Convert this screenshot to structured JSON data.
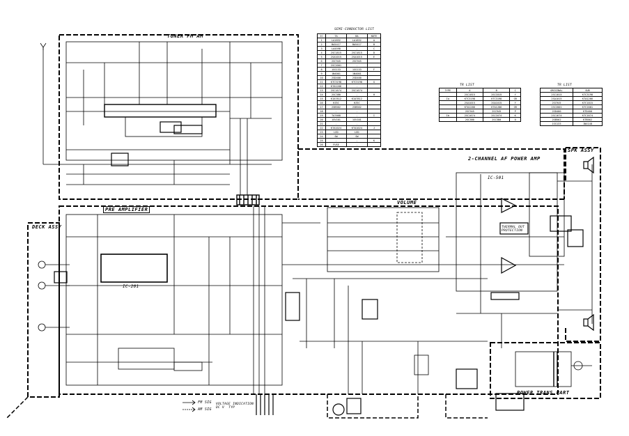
{
  "sections": {
    "tuner": "TUNER FM AM",
    "pre_amp": "PRE AMPLIFIER",
    "power_amp": "2-CHANNEL AF POWER AMP",
    "power_trans": "POWER TRANS PART",
    "volume": "VOLUME",
    "spk_assy": "SPK ASSY",
    "deck_assy": "DECK ASSY"
  },
  "ic_labels": {
    "ic_main": "IC-501",
    "ic_pre": "IC-201",
    "thermal_out": "THERMAL OUT\nPROTECTION"
  },
  "legend": {
    "line1": "FM SIG",
    "line2": "AM SIG",
    "note": "VOLTAGE INDICATION\nDC V  TYP"
  },
  "tables": {
    "semis_title": "SEMI-CONDUCTOR LIST",
    "tr_title": "TR LIST",
    "main_rows": [
      [
        "IC",
        "TA",
        "BA",
        "NOTE"
      ],
      [
        "1",
        "LA1832",
        "LA1832",
        "A"
      ],
      [
        "2",
        "BA5417",
        "BA5417",
        "B"
      ],
      [
        "3",
        "LA4598",
        "-",
        "C"
      ],
      [
        "4",
        "2SC1815",
        "2SC1815",
        "D"
      ],
      [
        "5",
        "2SA1015",
        "2SA1015",
        "E"
      ],
      [
        "6",
        "2SC945",
        "2SC945",
        ""
      ],
      [
        "7",
        "2SC2001",
        "-",
        ""
      ],
      [
        "8",
        "1SS133",
        "1SS133",
        "F"
      ],
      [
        "9",
        "1N4001",
        "1N4001",
        ""
      ],
      [
        "10",
        "2SD400",
        "2SD400",
        ""
      ],
      [
        "11",
        "KTC3198",
        "KTC3198",
        "G"
      ],
      [
        "12",
        "KTA1266",
        "-",
        ""
      ],
      [
        "13",
        "2SC1674",
        "2SC1674",
        ""
      ],
      [
        "14",
        "2SC380",
        "-",
        "H"
      ],
      [
        "15",
        "KIA7812",
        "KIA7812",
        ""
      ],
      [
        "16",
        "HZ5C",
        "HZ5C",
        ""
      ],
      [
        "17",
        "2SB562",
        "2SB562",
        ""
      ],
      [
        "18",
        "-",
        "-",
        ""
      ],
      [
        "19",
        "TA7668",
        "-",
        "I"
      ],
      [
        "20",
        "1SV101",
        "1SV101",
        ""
      ],
      [
        "21",
        "-",
        "-",
        ""
      ],
      [
        "22",
        "KTA1024",
        "KTA1024",
        "J"
      ],
      [
        "23",
        "LED",
        "LED",
        ""
      ],
      [
        "24",
        "SW",
        "SW",
        ""
      ],
      [
        "25",
        "-",
        "-",
        "K"
      ],
      [
        "26",
        "FUSE",
        "-",
        ""
      ]
    ],
    "mid_rows": [
      [
        "TYPE",
        "A",
        "B",
        "C"
      ],
      [
        "",
        "2SC1815",
        "2SC1815",
        "Y"
      ],
      [
        "Ia",
        "KTC3198",
        "KTC3198",
        "GR"
      ],
      [
        "",
        "2SA1015",
        "2SA1015",
        "Y"
      ],
      [
        "",
        "KTA1266",
        "KTA1266",
        "GR"
      ],
      [
        "",
        "2SC945",
        "2SC945",
        "P"
      ],
      [
        "Ib",
        "2SC1674",
        "2SC1674",
        "K"
      ],
      [
        "",
        "2SC380",
        "2SC380",
        "O"
      ]
    ],
    "right_rows": [
      [
        "ORIGINAL",
        "SUB"
      ],
      [
        "2SC1815",
        "KTC3198"
      ],
      [
        "2SA1015",
        "KTA1266"
      ],
      [
        "2SC945",
        "KTC1815"
      ],
      [
        "2SC2001",
        "KTC2001"
      ],
      [
        "2SD400",
        "KTD400"
      ],
      [
        "2SC1674",
        "KTC1674"
      ],
      [
        "2SB562",
        "KTB562"
      ],
      [
        "1SS133",
        "1N4148"
      ]
    ]
  }
}
